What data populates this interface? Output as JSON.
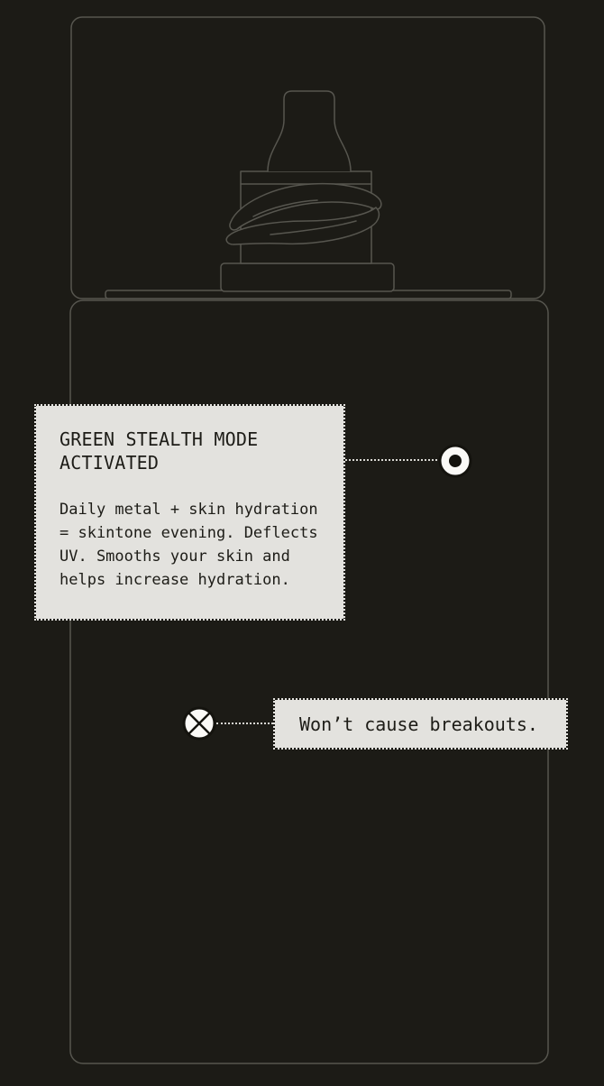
{
  "page": {
    "background-color": "#1c1b16",
    "line-color": "#57564f",
    "callout-bg": "#e3e2de",
    "text-color": "#1d1c17",
    "marker-fill": "#fbfaf7",
    "marker-stroke": "#14130e",
    "connector-color": "#d9d8d3"
  },
  "illustration": {
    "subject": "skincare pump bottle outline with twisted nozzle collar"
  },
  "callouts": {
    "green_stealth": {
      "title": "GREEN STEALTH MODE ACTIVATED",
      "body": "Daily metal + skin hydration = skintone evening. Deflects UV. Smooths your skin and helps increase hydration.",
      "marker_icon": "bullseye-dot-icon"
    },
    "breakouts": {
      "label": "Won’t cause breakouts.",
      "marker_icon": "crossed-circle-icon"
    }
  }
}
